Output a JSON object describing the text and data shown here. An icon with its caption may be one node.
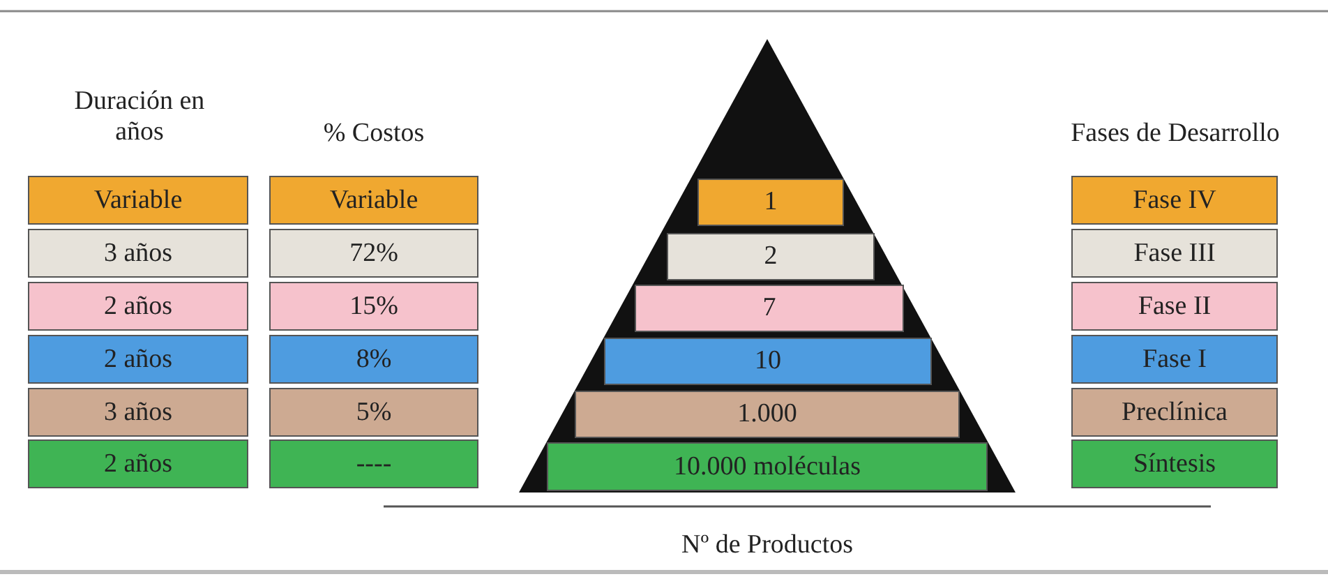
{
  "diagram": {
    "nodes": [
      {
        "text": [
          "Variable"
        ]
      },
      {
        "text": [
          "3 años"
        ]
      },
      {
        "text": [
          "2 años"
        ]
      },
      {
        "text": [
          "2 años"
        ]
      },
      {
        "text": [
          "3 años"
        ]
      },
      {
        "text": [
          "2 años"
        ]
      },
      {
        "text": [
          "Variable"
        ]
      },
      {
        "text": [
          "72%"
        ]
      },
      {
        "text": [
          "15%"
        ]
      },
      {
        "text": [
          "8%"
        ]
      },
      {
        "text": [
          "5%"
        ]
      },
      {
        "text": [
          "----"
        ]
      },
      {
        "text": [],
        "shape": "triangle"
      },
      {
        "text": [
          "1"
        ],
        "in": 12
      },
      {
        "text": [
          "2"
        ],
        "in": 12
      },
      {
        "text": [
          "7"
        ],
        "in": 12
      },
      {
        "text": [
          "10"
        ],
        "in": 12
      },
      {
        "text": [
          "1.000"
        ],
        "in": 12
      },
      {
        "text": [
          "10.000 moléculas"
        ],
        "in": 12
      },
      {
        "text": [
          "Fase IV"
        ]
      },
      {
        "text": [
          "Fase III"
        ]
      },
      {
        "text": [
          "Fase II"
        ]
      },
      {
        "text": [
          "Fase I"
        ]
      },
      {
        "text": [
          "Preclínica"
        ]
      },
      {
        "text": [
          "Síntesis"
        ]
      }
    ],
    "edges": [],
    "labels": [
      "Duración en años",
      "% Costos",
      "Fases de Desarrollo",
      "Nº de Productos"
    ]
  }
}
